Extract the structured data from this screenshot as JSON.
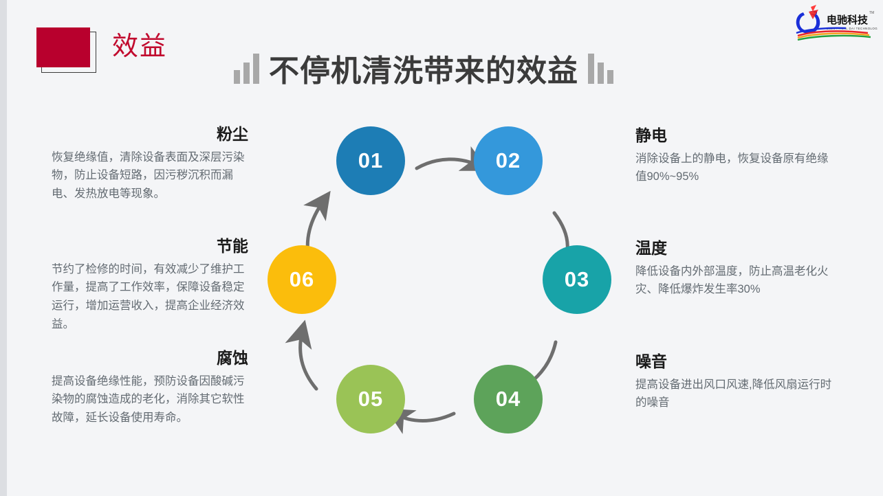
{
  "header": {
    "section_label": "效益",
    "title": "不停机清洗带来的效益",
    "left_bars_icon": "bar-chart-ascending-icon",
    "right_bars_icon": "bar-chart-descending-icon",
    "badge_color": "#b8002d",
    "label_color": "#c10a2e"
  },
  "logo": {
    "brand_cn": "电驰科技",
    "brand_en": "ELECTRICAL DAI TECHNOLOGY",
    "trademark": "TM"
  },
  "cycle": {
    "nodes": [
      {
        "number": "01",
        "color": "#1d7db5",
        "topic": "粉尘"
      },
      {
        "number": "02",
        "color": "#3498db",
        "topic": "静电"
      },
      {
        "number": "03",
        "color": "#18a3a8",
        "topic": "温度"
      },
      {
        "number": "04",
        "color": "#5da35a",
        "topic": "噪音"
      },
      {
        "number": "05",
        "color": "#9ac356",
        "topic": "腐蚀"
      },
      {
        "number": "06",
        "color": "#fbbd0c",
        "topic": "节能"
      }
    ],
    "arrow_color": "#6e6e6e"
  },
  "blocks": {
    "dust": {
      "heading": "粉尘",
      "body": "恢复绝缘值，清除设备表面及深层污染物，防止设备短路，因污秽沉积而漏电、发热放电等现象。"
    },
    "energy": {
      "heading": "节能",
      "body": "节约了检修的时间，有效减少了维护工作量，提高了工作效率，保障设备稳定运行，增加运营收入，提高企业经济效益。"
    },
    "corrosion": {
      "heading": "腐蚀",
      "body": "提高设备绝缘性能，预防设备因酸碱污染物的腐蚀造成的老化，消除其它软性故障，延长设备使用寿命。"
    },
    "static": {
      "heading": "静电",
      "body": "消除设备上的静电，恢复设备原有绝缘值90%~95%"
    },
    "temperature": {
      "heading": "温度",
      "body": "降低设备内外部温度，防止高温老化火灾、降低爆炸发生率30%"
    },
    "noise": {
      "heading": "噪音",
      "body": "提高设备进出风口风速,降低风扇运行时的噪音"
    }
  }
}
